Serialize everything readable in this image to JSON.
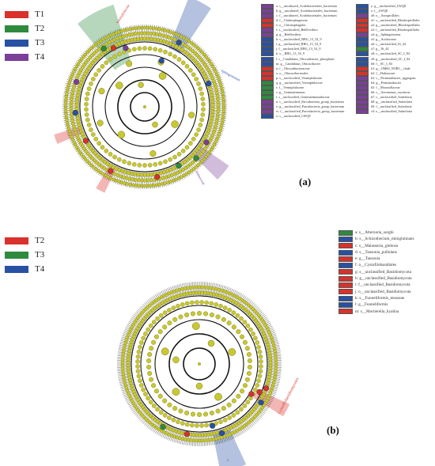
{
  "panel_a": {
    "label": "(a)",
    "groups": [
      {
        "name": "T1",
        "color": "#d9312b"
      },
      {
        "name": "T2",
        "color": "#2e8b3e"
      },
      {
        "name": "T3",
        "color": "#2851a3"
      },
      {
        "name": "T4",
        "color": "#7b3f99"
      }
    ],
    "keys_col1": [
      {
        "text": "a: s__uncultured_Acidobacteriales_bacterium",
        "color": "#7b3f99"
      },
      {
        "text": "b: g__uncultured_Acidobacteriales_bacterium",
        "color": "#7b3f99"
      },
      {
        "text": "c: f__uncultured_Acidobacteriales_bacterium",
        "color": "#7b3f99"
      },
      {
        "text": "d: f__Chitinophagaceae",
        "color": "#d9312b"
      },
      {
        "text": "e: o__Chitinophagales",
        "color": "#d9312b"
      },
      {
        "text": "f: s__unclassified_Bdellovibrio",
        "color": "#7b3f99"
      },
      {
        "text": "g: g__Bdellovibrio",
        "color": "#7b3f99"
      },
      {
        "text": "h: s__unclassified_RBG_13_54_9",
        "color": "#2851a3"
      },
      {
        "text": "i: g__unclassified_RBG_13_54_9",
        "color": "#2851a3"
      },
      {
        "text": "j: f__unclassified_RBG_13_54_9",
        "color": "#2851a3"
      },
      {
        "text": "k: o__RBG_13_54_9",
        "color": "#2851a3"
      },
      {
        "text": "l: s__Candidatus_Obscuribacter_phosphatis",
        "color": "#2851a3"
      },
      {
        "text": "m: g__Candidatus_Obscuribacter",
        "color": "#2851a3"
      },
      {
        "text": "n: f__Obscuribacteraceae",
        "color": "#d9312b"
      },
      {
        "text": "o: o__Obscuribacterales",
        "color": "#d9312b"
      },
      {
        "text": "p: s__unclassified_Vermiphilaceae",
        "color": "#d9312b"
      },
      {
        "text": "q: g__unclassified_Vermiphilaceae",
        "color": "#2e8b3e"
      },
      {
        "text": "r: f__Vermiphilaceae",
        "color": "#2e8b3e"
      },
      {
        "text": "s: g__Gemmatimonas",
        "color": "#2e8b3e"
      },
      {
        "text": "t: s__unclassified_Gemmatimonadaceae",
        "color": "#2e8b3e"
      },
      {
        "text": "u: s__unclassified_Parcubacteria_group_bacterium",
        "color": "#7b3f99"
      },
      {
        "text": "v: g__unclassified_Parcubacteria_group_bacterium",
        "color": "#7b3f99"
      },
      {
        "text": "w: f__unclassified_Parcubacteria_group_bacterium",
        "color": "#7b3f99"
      },
      {
        "text": "x: s__unclassified_LWQ8",
        "color": "#2851a3"
      }
    ],
    "keys_col2": [
      {
        "text": "y: g__unclassified_LWQ8",
        "color": "#2851a3"
      },
      {
        "text": "z: f__LWQ8",
        "color": "#2851a3"
      },
      {
        "text": "a0: o__Azospirillales",
        "color": "#7b3f99"
      },
      {
        "text": "a1: s__unclassified_Rhodospirillales",
        "color": "#d9312b"
      },
      {
        "text": "a2: g__unclassified_Rhodospirillales",
        "color": "#d9312b"
      },
      {
        "text": "a3: f__unclassified_Rhodospirillales",
        "color": "#d9312b"
      },
      {
        "text": "a4: g__Sphingomonas",
        "color": "#7b3f99"
      },
      {
        "text": "a5: g__Acidovorax",
        "color": "#2851a3"
      },
      {
        "text": "a6: s__unclassified_IS_44",
        "color": "#2851a3"
      },
      {
        "text": "a7: g__IS_44",
        "color": "#2e8b3e"
      },
      {
        "text": "a8: s__unclassified_SC_I_84",
        "color": "#2851a3"
      },
      {
        "text": "a9: g__unclassified_SC_I_84",
        "color": "#2851a3"
      },
      {
        "text": "b0: f__SC_I_84",
        "color": "#2851a3"
      },
      {
        "text": "b1: g__OM60_NOR5__clade",
        "color": "#d9312b"
      },
      {
        "text": "b2: f__Halieaceae",
        "color": "#d9312b"
      },
      {
        "text": "b3: s__Permianibacter_aggregans",
        "color": "#7b3f99"
      },
      {
        "text": "b4: g__Permianibacter",
        "color": "#7b3f99"
      },
      {
        "text": "b5: f__Moraxellaceae",
        "color": "#7b3f99"
      },
      {
        "text": "b6: s__Aeromonas_oryzinrae",
        "color": "#7b3f99"
      },
      {
        "text": "b7: s__unclassified_Sutterlaria",
        "color": "#7b3f99"
      },
      {
        "text": "b8: g__unclassified_Sutterlaria",
        "color": "#7b3f99"
      },
      {
        "text": "b9: f__unclassified_Sutterlaria",
        "color": "#7b3f99"
      },
      {
        "text": "c0: o__unclassified_Sutterlaria",
        "color": "#7b3f99"
      }
    ],
    "arc_labels": [
      "Vermiphilaceae",
      "Halieaceae",
      "Sphingomonas"
    ]
  },
  "panel_b": {
    "label": "(b)",
    "groups": [
      {
        "name": "T2",
        "color": "#d9312b"
      },
      {
        "name": "T3",
        "color": "#2e8b3e"
      },
      {
        "name": "T4",
        "color": "#2851a3"
      }
    ],
    "keys": [
      {
        "text": "a: s__Alternaria_sorghi",
        "color": "#2e8b3e"
      },
      {
        "text": "b: s__Schizothecium_miniglutinans",
        "color": "#2851a3"
      },
      {
        "text": "c: s__Malassezia_globosa",
        "color": "#d9312b"
      },
      {
        "text": "d: s__Tausonia_pullulans",
        "color": "#2851a3"
      },
      {
        "text": "e: g__Tausonia",
        "color": "#d9312b"
      },
      {
        "text": "f: o__Cystofilobasidiales",
        "color": "#2851a3"
      },
      {
        "text": "g: s__unclassified_Basidiomycota",
        "color": "#d9312b"
      },
      {
        "text": "h: g__unclassified_Basidiomycota",
        "color": "#d9312b"
      },
      {
        "text": "i: f__unclassified_Basidiomycota",
        "color": "#d9312b"
      },
      {
        "text": "j: o__unclassified_Basidiomycota",
        "color": "#d9312b"
      },
      {
        "text": "k: s__Funneliformis_mosseae",
        "color": "#2851a3"
      },
      {
        "text": "l: g__Funneliformis",
        "color": "#2851a3"
      },
      {
        "text": "m: s__Mortierella_hyalina",
        "color": "#d9312b"
      }
    ],
    "arc_labels": [
      "Cystofilobasidiomycetes",
      "c"
    ]
  },
  "colors": {
    "node": "#c8c832",
    "node_stroke": "#7a7a1a",
    "background": "#ffffff"
  }
}
